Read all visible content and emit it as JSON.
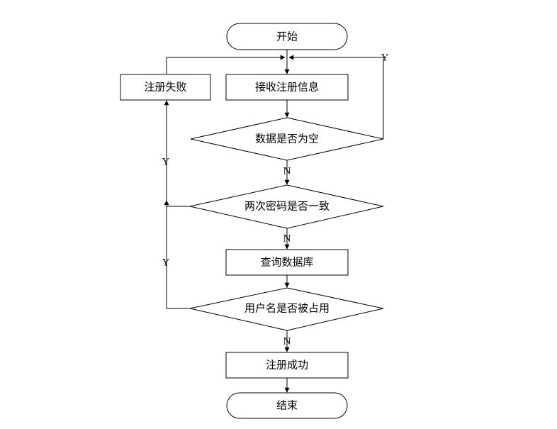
{
  "nodes": {
    "start": "开始",
    "receive": "接收注册信息",
    "register_fail": "注册失败",
    "data_empty": "数据是否为空",
    "passwords_match": "两次密码是否一致",
    "query_db": "查询数据库",
    "username_taken": "用户名是否被占用",
    "register_success": "注册成功",
    "end": "结束"
  },
  "edge_labels": {
    "empty_yes": "Y",
    "empty_no": "N",
    "password_yes": "Y",
    "password_no": "N",
    "username_yes": "Y",
    "username_no": "N"
  }
}
